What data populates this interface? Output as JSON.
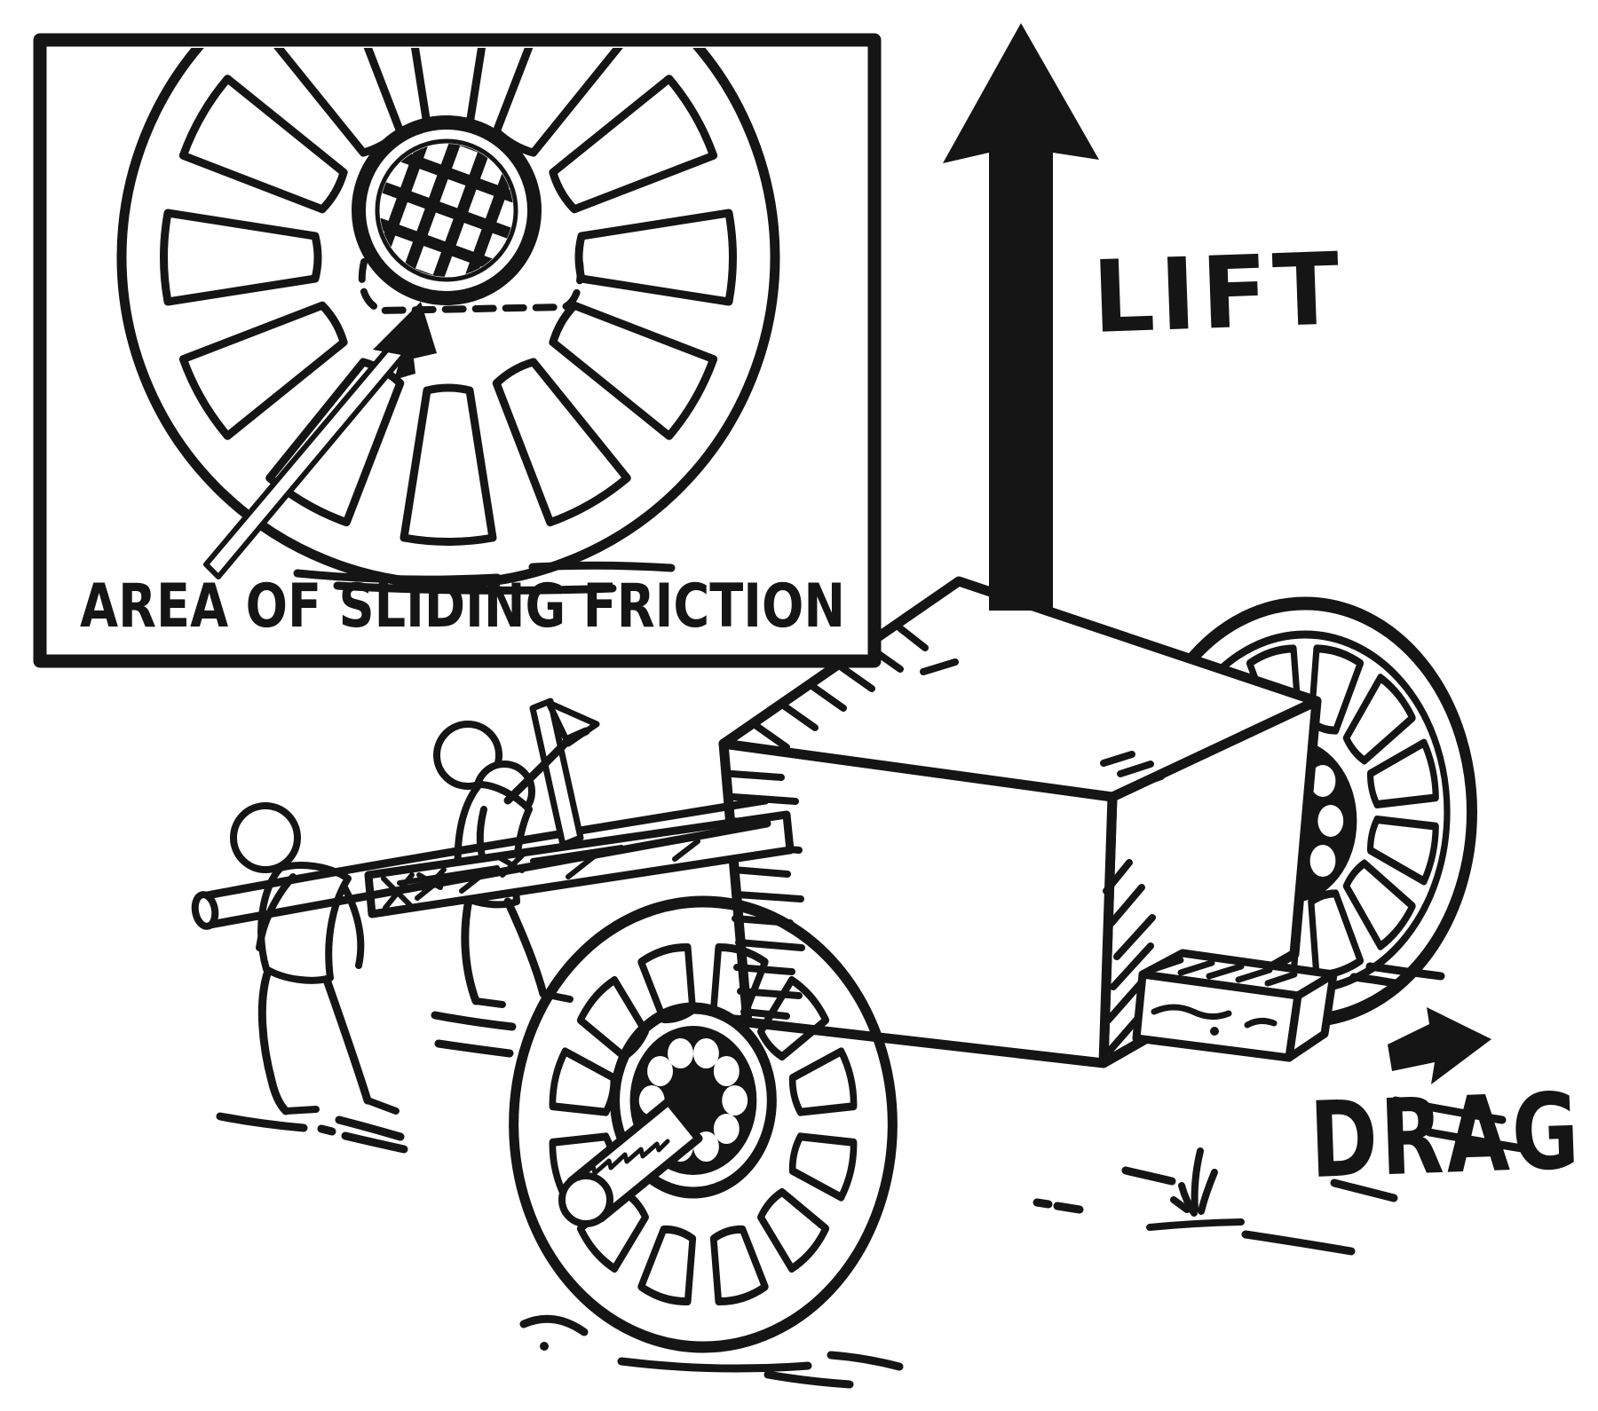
{
  "figure": {
    "inset_caption": "AREA OF SLIDING FRICTION",
    "lift_label": "LIFT",
    "drag_label": "DRAG",
    "ink_color": "#151515",
    "paper_color": "#ffffff"
  }
}
